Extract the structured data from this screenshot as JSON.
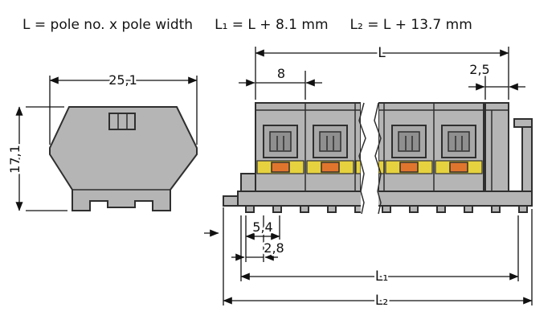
{
  "header": {
    "formula_pole": "L = pole no. x pole width",
    "formula_l1": "L₁ = L + 8.1 mm",
    "formula_l2": "L₂ = L + 13.7 mm"
  },
  "side_view": {
    "width_label": "25,1",
    "height_label": "17,1"
  },
  "front_view": {
    "overall_label": "L",
    "pole_width_label": "8",
    "end_plate_label": "2,5",
    "foot_dim_a_label": "5,4",
    "foot_dim_b_label": "2,8",
    "l1_label": "L₁",
    "l2_label": "L₂"
  },
  "colors": {
    "body_gray": "#b5b5b5",
    "outline": "#2f2f2f",
    "dimension": "#111111",
    "accent_yellow": "#e6d23f",
    "accent_orange": "#e0762e",
    "clamp_light": "#a8a8a8",
    "clamp_dark": "#8f8f8f",
    "bg": "#ffffff"
  }
}
